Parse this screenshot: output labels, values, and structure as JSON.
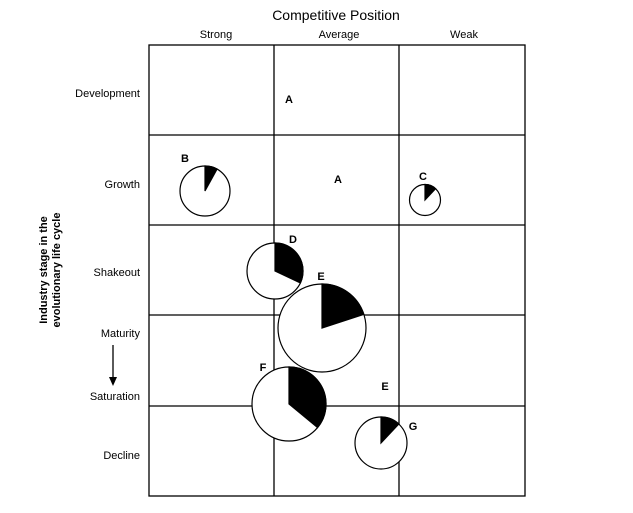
{
  "title": "Competitive Position",
  "columns": [
    "Strong",
    "Average",
    "Weak"
  ],
  "rows": [
    "Development",
    "Growth",
    "Shakeout",
    "Maturity",
    "Saturation",
    "Decline"
  ],
  "y_axis_label_line1": "Industry stage in the",
  "y_axis_label_line2": "evolutionary life cycle",
  "arrow_icon": "arrow-down-icon",
  "letters": {
    "A1": "A",
    "A2": "A",
    "B": "B",
    "C": "C",
    "D": "D",
    "E1": "E",
    "E2": "E",
    "F": "F",
    "G": "G"
  },
  "businesses": [
    {
      "label": "B",
      "share_fraction": 0.08
    },
    {
      "label": "C",
      "share_fraction": 0.12
    },
    {
      "label": "D",
      "share_fraction": 0.32
    },
    {
      "label": "E",
      "share_fraction": 0.2
    },
    {
      "label": "F",
      "share_fraction": 0.36
    },
    {
      "label": "G",
      "share_fraction": 0.12
    }
  ],
  "colors": {
    "line": "#000000",
    "background": "#ffffff",
    "wedge": "#000000"
  }
}
